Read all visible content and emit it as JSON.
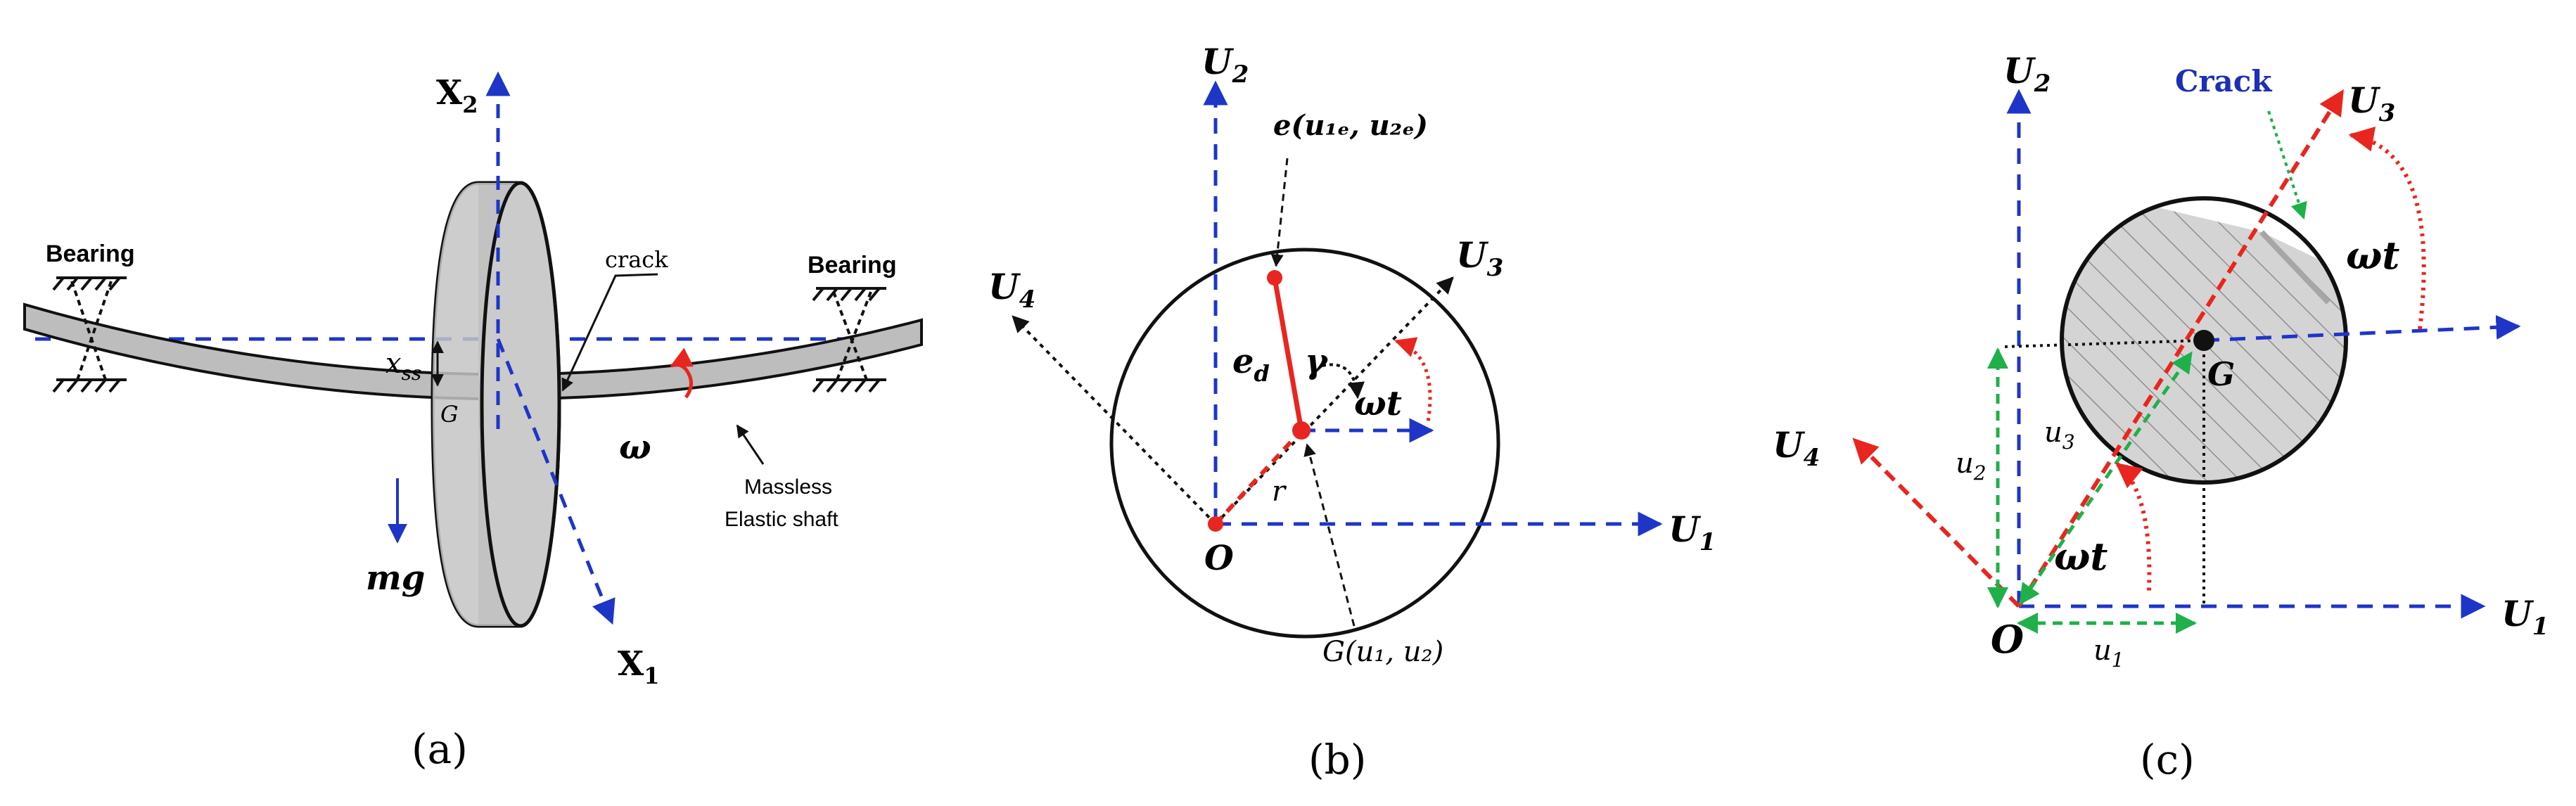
{
  "colors": {
    "blue_axis": "#1f35c8",
    "red": "#e8261f",
    "green": "#1fb04a",
    "black": "#111111",
    "disk_fill": "#c9c9c9",
    "shaft_fill": "#bdbdbd",
    "hatch": "#9a9a9a",
    "crack_label": "#1d2fb5"
  },
  "panel_a": {
    "caption": "(a)",
    "x1_label": "X",
    "x1_sub": "1",
    "x2_label": "X",
    "x2_sub": "2",
    "bearing_left": "Bearing",
    "bearing_right": "Bearing",
    "crack": "crack",
    "xss": "x",
    "xss_sub": "ss",
    "g": "G",
    "omega": "ω",
    "mg": "mg",
    "massless": "Massless",
    "elastic_shaft": "Elastic shaft"
  },
  "panel_b": {
    "caption": "(b)",
    "u1": "U",
    "u1_sub": "1",
    "u2": "U",
    "u2_sub": "2",
    "u3": "U",
    "u3_sub": "3",
    "u4": "U",
    "u4_sub": "4",
    "e_point": "e(u₁ₑ, u₂ₑ)",
    "ed": "e",
    "ed_sub": "d",
    "gamma": "γ",
    "omega_t": "ωt",
    "r": "r",
    "origin": "O",
    "g_point": "G(u₁, u₂)"
  },
  "panel_c": {
    "caption": "(c)",
    "u1": "U",
    "u1_sub": "1",
    "u2": "U",
    "u2_sub": "2",
    "u3": "U",
    "u3_sub": "3",
    "u4": "U",
    "u4_sub": "4",
    "crack": "Crack",
    "omega_t_top": "ωt",
    "omega_t_bottom": "ωt",
    "g": "G",
    "origin": "O",
    "small_u1": "u",
    "small_u1_sub": "1",
    "small_u2": "u",
    "small_u2_sub": "2",
    "small_u3": "u",
    "small_u3_sub": "3"
  }
}
